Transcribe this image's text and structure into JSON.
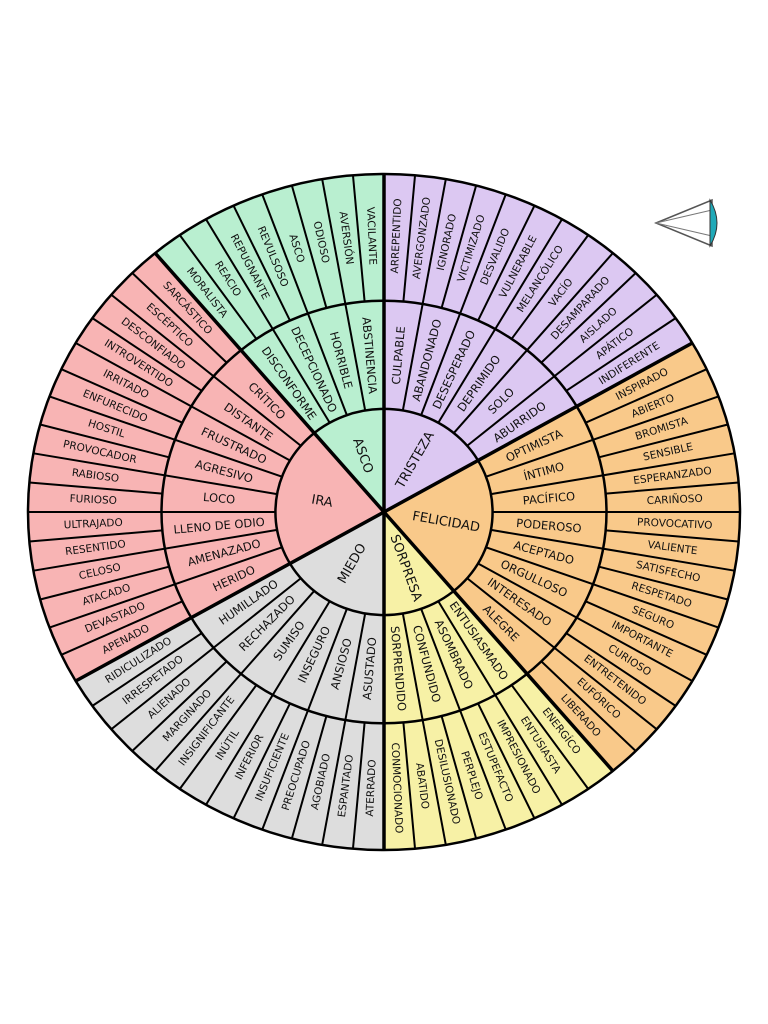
{
  "wheel": {
    "center_rays_clockwise_from_top": [
      {
        "core": "TRISTEZA",
        "color": "#dcc8f2",
        "groups": [
          {
            "secondary": "CULPABLE",
            "tertiary": [
              "ARREPENTIDO",
              "AVERGONZADO"
            ]
          },
          {
            "secondary": "ABANDONADO",
            "tertiary": [
              "IGNORADO",
              "VICTIMIZADO"
            ]
          },
          {
            "secondary": "DESESPERADO",
            "tertiary": [
              "DESVALIDO",
              "VULNERABLE"
            ]
          },
          {
            "secondary": "DEPRIMIDO",
            "tertiary": [
              "MELANCÓLICO",
              "VACÍO"
            ]
          },
          {
            "secondary": "SOLO",
            "tertiary": [
              "DESAMPARADO",
              "AISLADO"
            ]
          },
          {
            "secondary": "ABURRIDO",
            "tertiary": [
              "APÁTICO",
              "INDIFERENTE"
            ]
          }
        ]
      },
      {
        "core": "FELICIDAD",
        "color": "#f9c98a",
        "groups": [
          {
            "secondary": "OPTIMISTA",
            "tertiary": [
              "INSPIRADO",
              "ABIERTO"
            ]
          },
          {
            "secondary": "ÍNTIMO",
            "tertiary": [
              "BROMISTA",
              "SENSIBLE"
            ]
          },
          {
            "secondary": "PACÍFICO",
            "tertiary": [
              "ESPERANZADO",
              "CARIÑOSO"
            ]
          },
          {
            "secondary": "PODEROSO",
            "tertiary": [
              "PROVOCATIVO",
              "VALIENTE"
            ]
          },
          {
            "secondary": "ACEPTADO",
            "tertiary": [
              "SATISFECHO",
              "RESPETADO"
            ]
          },
          {
            "secondary": "ORGULLOSO",
            "tertiary": [
              "SEGURO",
              "IMPORTANTE"
            ]
          },
          {
            "secondary": "INTERESADO",
            "tertiary": [
              "CURIOSO",
              "ENTRETENIDO"
            ]
          },
          {
            "secondary": "ALEGRE",
            "tertiary": [
              "EUFÓRICO",
              "LIBERADO"
            ]
          }
        ]
      },
      {
        "core": "SORPRESA",
        "color": "#f7f1a6",
        "groups": [
          {
            "secondary": "ENTUSIASMADO",
            "tertiary": [
              "ENERGÍCO",
              "ENTUSIASTA"
            ]
          },
          {
            "secondary": "ASOMBRADO",
            "tertiary": [
              "IMPRESIONADO",
              "ESTUPEFACTO"
            ]
          },
          {
            "secondary": "CONFUNDIDO",
            "tertiary": [
              "PERPLEJO",
              "DESILUSIONADO"
            ]
          },
          {
            "secondary": "SORPRENDIDO",
            "tertiary": [
              "ABATIDO",
              "CONMOCIONADO"
            ]
          }
        ]
      },
      {
        "core": "MIEDO",
        "color": "#dddddd",
        "groups": [
          {
            "secondary": "ASUSTADO",
            "tertiary": [
              "ATERRADO",
              "ESPANTADO"
            ]
          },
          {
            "secondary": "ANSIOSO",
            "tertiary": [
              "AGOBIADO",
              "PREOCUPADO"
            ]
          },
          {
            "secondary": "INSEGURO",
            "tertiary": [
              "INSUFICIENTE",
              "INFERIOR"
            ]
          },
          {
            "secondary": "SUMISO",
            "tertiary": [
              "INÚTIL",
              "INSIGNIFICANTE"
            ]
          },
          {
            "secondary": "RECHAZADO",
            "tertiary": [
              "MARGINADO",
              "ALIENADO"
            ]
          },
          {
            "secondary": "HUMILLADO",
            "tertiary": [
              "IRRESPETADO",
              "RIDICULIZADO"
            ]
          }
        ]
      },
      {
        "core": "IRA",
        "color": "#f8b4b4",
        "groups": [
          {
            "secondary": "HERIDO",
            "tertiary": [
              "APENADO",
              "DEVASTADO"
            ]
          },
          {
            "secondary": "AMENAZADO",
            "tertiary": [
              "ATACADO",
              "CELOSO"
            ]
          },
          {
            "secondary": "LLENO DE ODIO",
            "tertiary": [
              "RESENTIDO",
              "ULTRAJADO"
            ]
          },
          {
            "secondary": "LOCO",
            "tertiary": [
              "FURIOSO",
              "RABIOSO"
            ]
          },
          {
            "secondary": "AGRESIVO",
            "tertiary": [
              "PROVOCADOR",
              "HOSTIL"
            ]
          },
          {
            "secondary": "FRUSTRADO",
            "tertiary": [
              "ENFURECIDO",
              "IRRITADO"
            ]
          },
          {
            "secondary": "DISTANTE",
            "tertiary": [
              "INTROVERTIDO",
              "DESCONFIADO"
            ]
          },
          {
            "secondary": "CRÍTICO",
            "tertiary": [
              "ESCÉPTICO",
              "SARCÁSTICO"
            ]
          }
        ]
      },
      {
        "core": "ASCO",
        "color": "#b9efd0",
        "groups": [
          {
            "secondary": "DISCONFORME",
            "tertiary": [
              "MORALISTA",
              "REACIO"
            ]
          },
          {
            "secondary": "DECEPCIONADO",
            "tertiary": [
              "REPUGNANTE",
              "REVULSOSO"
            ]
          },
          {
            "secondary": "HORRIBLE",
            "tertiary": [
              "ASCO",
              "ODIOSO"
            ]
          },
          {
            "secondary": "ABSTINENCIA",
            "tertiary": [
              "AVERSIÓN",
              "VACILANTE"
            ]
          }
        ]
      }
    ]
  },
  "corner_icon": "direction-pointer-icon"
}
